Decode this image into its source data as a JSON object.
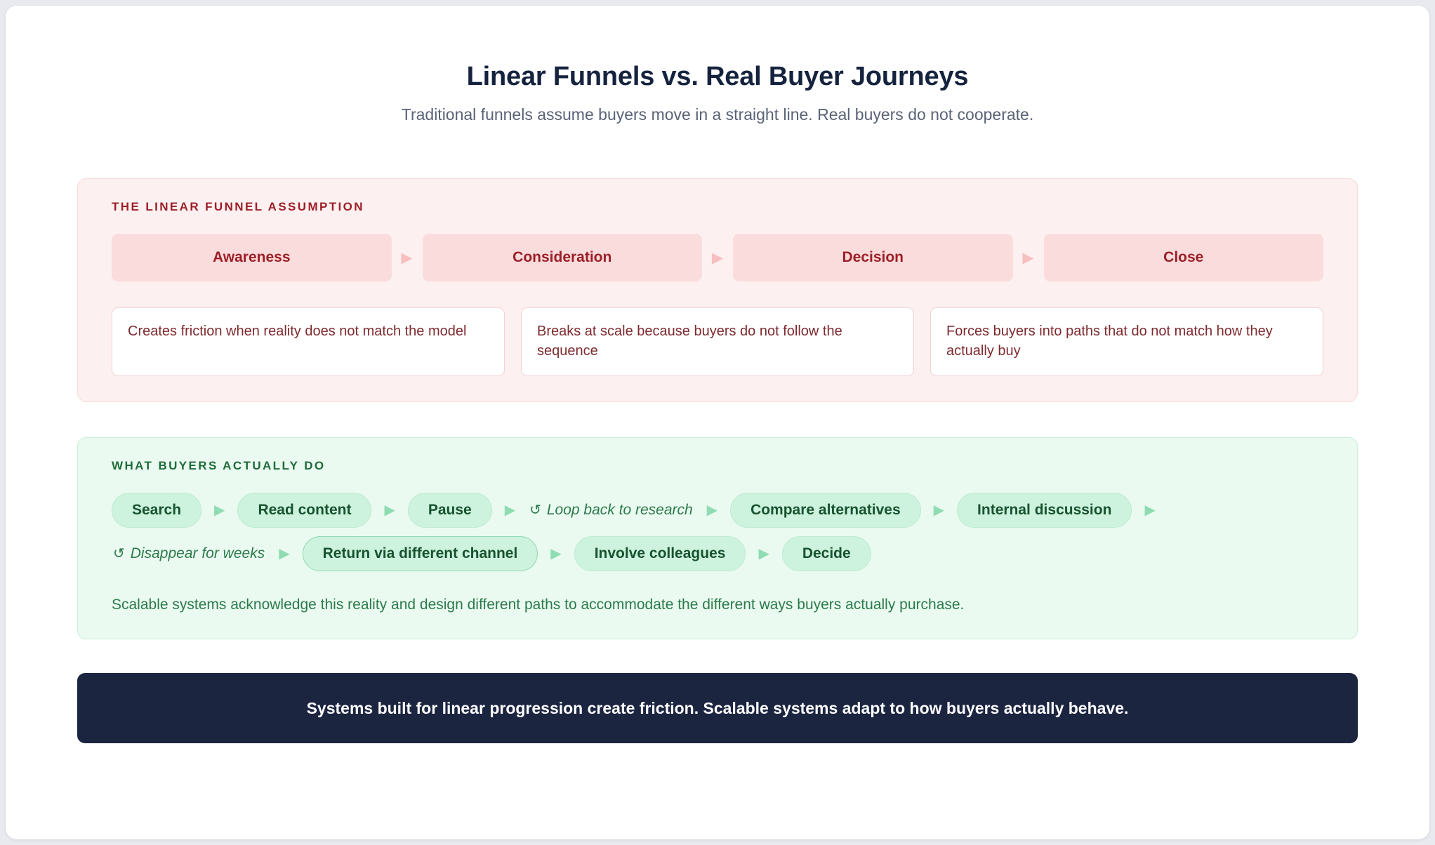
{
  "header": {
    "title": "Linear Funnels vs. Real Buyer Journeys",
    "subtitle": "Traditional funnels assume buyers move in a straight line. Real buyers do not cooperate."
  },
  "funnel_panel": {
    "label": "The Linear Funnel Assumption",
    "arrow_icon": "▶",
    "stages": [
      {
        "label": "Awareness"
      },
      {
        "label": "Consideration"
      },
      {
        "label": "Decision"
      },
      {
        "label": "Close"
      }
    ],
    "notes": [
      {
        "text": "Creates friction when reality does not match the model"
      },
      {
        "text": "Breaks at scale because buyers do not follow the sequence"
      },
      {
        "text": "Forces buyers into paths that do not match how they actually buy"
      }
    ]
  },
  "journey_panel": {
    "label": "What Buyers Actually Do",
    "arrow_icon": "▶",
    "loop_icon": "↺",
    "steps": [
      {
        "label": "Search",
        "type": "pill",
        "emphasis": false
      },
      {
        "label": "Read content",
        "type": "pill",
        "emphasis": false
      },
      {
        "label": "Pause",
        "type": "pill",
        "emphasis": false
      },
      {
        "label": "Loop back to research",
        "type": "loop",
        "emphasis": false
      },
      {
        "label": "Compare alternatives",
        "type": "pill",
        "emphasis": false
      },
      {
        "label": "Internal discussion",
        "type": "pill",
        "emphasis": false
      },
      {
        "label": "Disappear for weeks",
        "type": "loop",
        "emphasis": false
      },
      {
        "label": "Return via different channel",
        "type": "pill",
        "emphasis": true
      },
      {
        "label": "Involve colleagues",
        "type": "pill",
        "emphasis": false
      },
      {
        "label": "Decide",
        "type": "pill",
        "emphasis": false
      }
    ],
    "note": "Scalable systems acknowledge this reality and design different paths to accommodate the different ways buyers actually purchase."
  },
  "banner": {
    "text": "Systems built for linear progression create friction. Scalable systems adapt to how buyers actually behave."
  },
  "colors": {
    "page_background": "#e8eaef",
    "card_background": "#ffffff",
    "title": "#16233f",
    "subtitle": "#5a6377",
    "funnel_panel_bg": "#fdf0f0",
    "funnel_panel_border": "#f9d9da",
    "funnel_accent": "#9c1f28",
    "funnel_stage_bg": "#fbdcdc",
    "funnel_arrow": "#f7bfc0",
    "note_text": "#7e2a2e",
    "journey_panel_bg": "#eafaf0",
    "journey_panel_border": "#c7eeda",
    "journey_accent": "#1d6b3a",
    "pill_bg": "#cdf2de",
    "pill_text": "#17532f",
    "journey_arrow": "#8fdcb3",
    "banner_bg": "#1c2540",
    "banner_text": "#ffffff"
  }
}
